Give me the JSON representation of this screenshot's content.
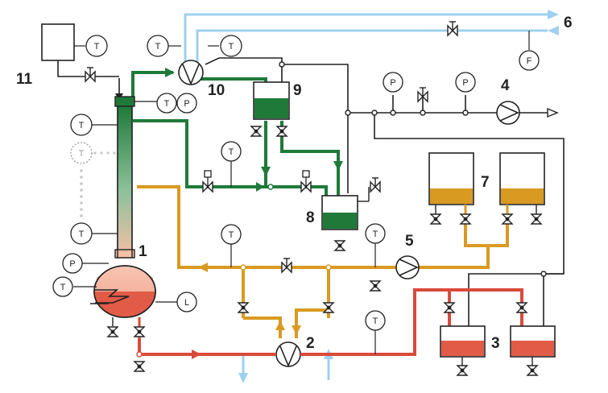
{
  "numbers": {
    "n1": "1",
    "n2": "2",
    "n3": "3",
    "n4": "4",
    "n5": "5",
    "n6": "6",
    "n7": "7",
    "n8": "8",
    "n9": "9",
    "n10": "10",
    "n11": "11"
  },
  "instruments": {
    "t_top_left": "T",
    "t_top_mid": "T",
    "t_top_right": "T",
    "t_col_top": "T",
    "p_col_top": "P",
    "t_col_upper": "T",
    "t_col_dotted": "T",
    "t_col_lower": "T",
    "t_recycle": "T",
    "t_reflux": "T",
    "p_reboiler": "P",
    "t_reboiler": "T",
    "l_reboiler": "L",
    "t_feed": "T",
    "t_bottom": "T",
    "p_vac_1": "P",
    "p_vac_2": "P",
    "f_cooling": "F"
  },
  "colors": {
    "green": "#1f7a3a",
    "orange": "#d99a22",
    "red": "#d94a3a",
    "blue": "#9fd0ee",
    "dark": "#222222"
  }
}
